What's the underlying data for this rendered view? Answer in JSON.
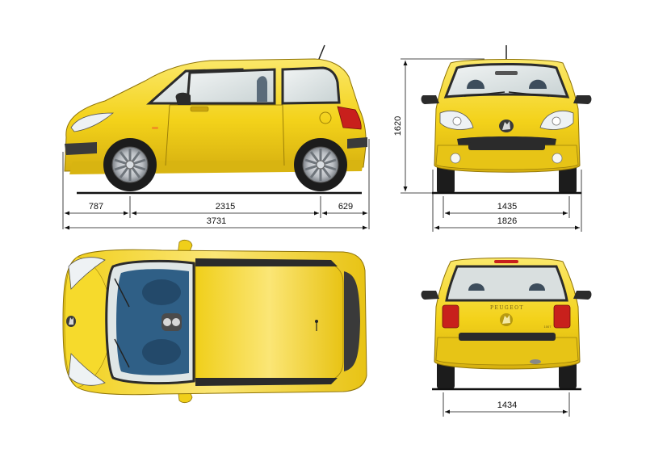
{
  "colors": {
    "body": "#f3d21a",
    "body_light": "#fbe86a",
    "body_shadow": "#c9a40d",
    "glass": "#dfe6e6",
    "trim": "#2b2b2b",
    "tyre": "#1c1c1c",
    "wheel": "#c9ccd0",
    "interior": "#2f5f86",
    "taillight": "#c8201c",
    "dimension_line": "#111111"
  },
  "dimensions": {
    "side": {
      "front_overhang": "787",
      "wheelbase": "2315",
      "rear_overhang": "629",
      "overall_length": "3731"
    },
    "front": {
      "height": "1620",
      "front_track": "1435",
      "overall_width": "1826"
    },
    "rear": {
      "rear_track": "1434"
    }
  },
  "rear_badge": {
    "brand": "PEUGEOT",
    "model": "1007"
  },
  "views": {
    "side": "side-view-icon",
    "front": "front-view-icon",
    "top": "top-view-icon",
    "rear": "rear-view-icon"
  }
}
